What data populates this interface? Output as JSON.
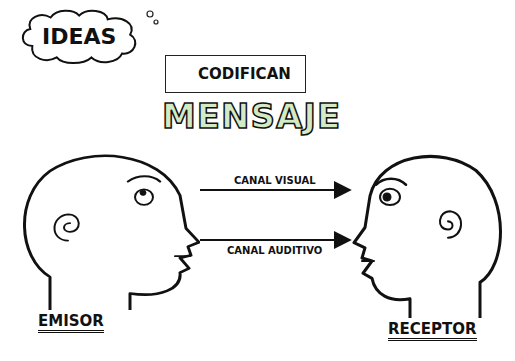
{
  "diagram": {
    "nodes": [
      {
        "text": [
          "IDEAS"
        ]
      },
      {
        "text": [
          "CODIFICAN"
        ]
      },
      {
        "text": [
          "MENSAJE"
        ]
      },
      {
        "text": [
          "EMISOR"
        ]
      },
      {
        "text": [
          "RECEPTOR"
        ]
      }
    ],
    "edges": [
      {
        "from": 3,
        "to": 4,
        "arrow": "to",
        "label": "CANAL VISUAL"
      },
      {
        "from": 3,
        "to": 4,
        "arrow": "to",
        "label": "CANAL AUDITIVO"
      }
    ]
  }
}
